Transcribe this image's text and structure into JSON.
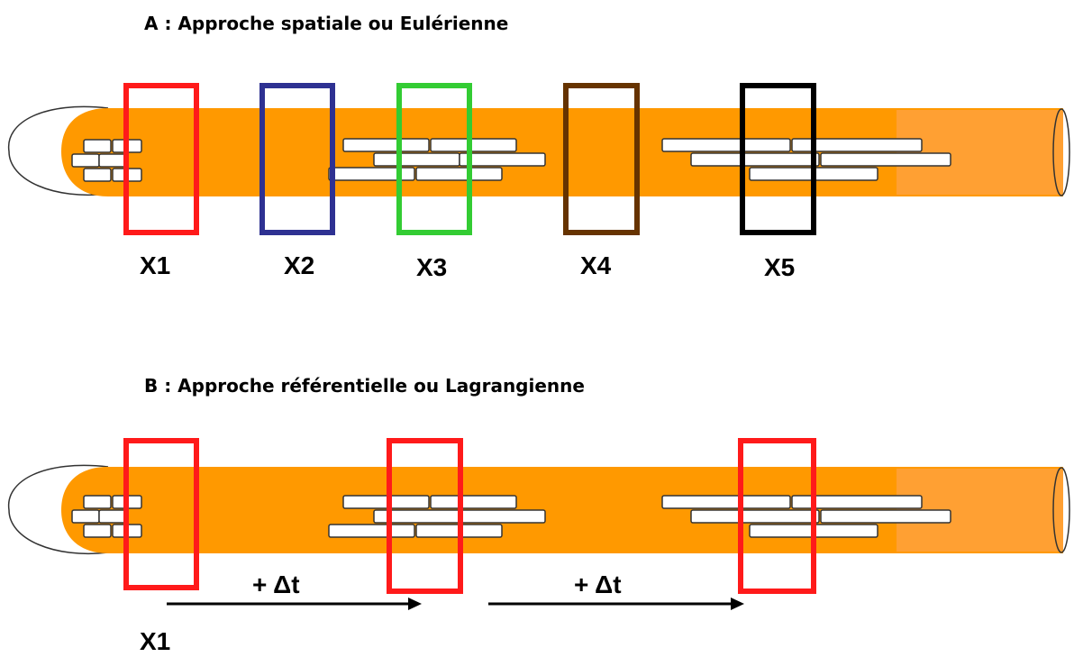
{
  "panel_a": {
    "title": "A : Approche spatiale ou Eulérienne",
    "stations": [
      {
        "label": "X1",
        "color": "#ff1a1a"
      },
      {
        "label": "X2",
        "color": "#2e3192"
      },
      {
        "label": "X3",
        "color": "#33cc33"
      },
      {
        "label": "X4",
        "color": "#663300"
      },
      {
        "label": "X5",
        "color": "#000000"
      }
    ]
  },
  "panel_b": {
    "title": "B : Approche référentielle ou Lagrangienne",
    "start_label": "X1",
    "step_labels": [
      "+ Δt",
      "+ Δt"
    ],
    "frame_color": "#ff1a1a"
  },
  "colors": {
    "tube": "#ff9900",
    "tube_light": "#ffa033",
    "particle_fill": "#ffffff",
    "outline": "#333333",
    "arrow": "#000000"
  }
}
